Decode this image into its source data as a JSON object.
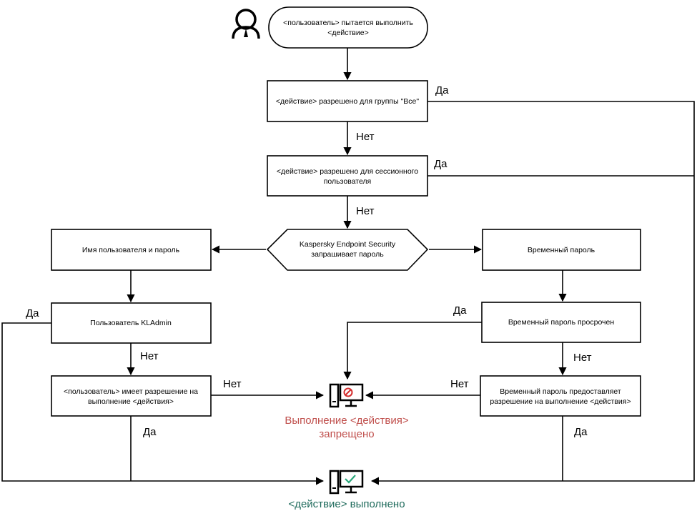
{
  "colors": {
    "denied_text": "#c0504d",
    "allowed_text": "#1f6b5c",
    "allowed_check": "#2aa87c",
    "denied_symbol": "#d42f2f"
  },
  "nodes": {
    "start": {
      "line1": "<пользователь> пытается выполнить",
      "line2": "<действие>"
    },
    "allowed_all": {
      "line1": "<действие> разрешено для группы \"Все\""
    },
    "allowed_session": {
      "line1": "<действие> разрешено для сессионного",
      "line2": "пользователя"
    },
    "kes_prompt": {
      "line1": "Kaspersky Endpoint Security",
      "line2": "запрашивает пароль"
    },
    "username_password": {
      "line1": "Имя пользователя и пароль"
    },
    "temp_password": {
      "line1": "Временный пароль"
    },
    "kladmin_user": {
      "line1": "Пользователь KLAdmin"
    },
    "temp_expired": {
      "line1": "Временный пароль просрочен"
    },
    "user_permission": {
      "line1": "<пользователь> имеет разрешение на",
      "line2": "выполнение <действия>"
    },
    "temp_grants": {
      "line1": "Временный пароль предоставляет",
      "line2": "разрешение на выполнение <действия>"
    }
  },
  "labels": {
    "yes": "Да",
    "no": "Нет"
  },
  "results": {
    "denied": {
      "line1": "Выполнение <действия>",
      "line2": "запрещено"
    },
    "allowed": {
      "line1": "<действие> выполнено"
    }
  },
  "icons": {
    "user": "user-icon",
    "denied": "computer-denied-icon",
    "allowed": "computer-allowed-icon"
  }
}
